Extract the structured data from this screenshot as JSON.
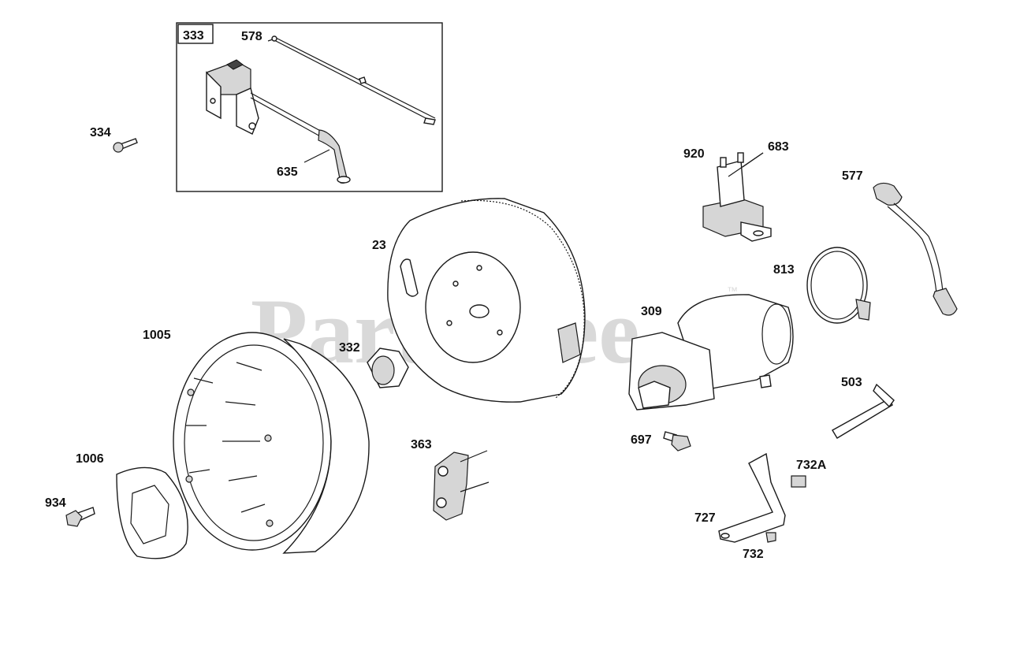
{
  "watermark": {
    "text": "PartsTree",
    "tm": "™"
  },
  "callouts": {
    "c333": "333",
    "c578": "578",
    "c334": "334",
    "c635": "635",
    "c920": "920",
    "c683": "683",
    "c577": "577",
    "c23": "23",
    "c813": "813",
    "c309": "309",
    "c1005": "1005",
    "c332": "332",
    "c503": "503",
    "c697": "697",
    "c363": "363",
    "c732A": "732A",
    "c1006": "1006",
    "c934": "934",
    "c727": "727",
    "c732": "732"
  },
  "colors": {
    "watermark": "#d9d9d9",
    "ink": "#1a1a1a",
    "background": "#ffffff"
  }
}
